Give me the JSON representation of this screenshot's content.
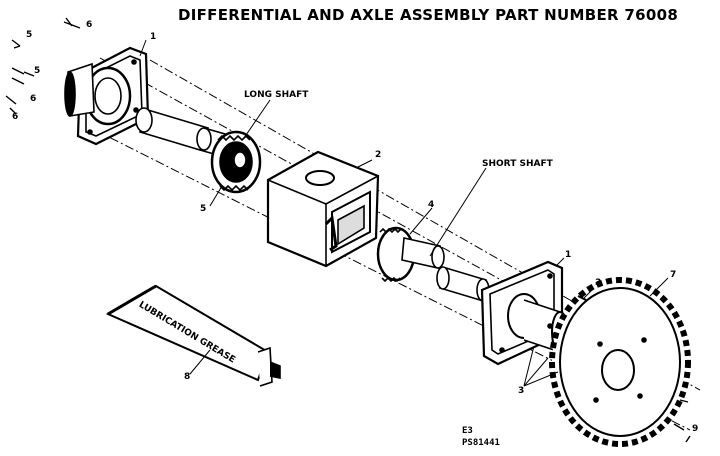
{
  "title": "DIFFERENTIAL AND AXLE ASSEMBLY PART NUMBER 76008",
  "labels": {
    "long_shaft": "LONG SHAFT",
    "short_shaft": "SHORT SHAFT",
    "grease": "LUBRICATION GREASE"
  },
  "callouts": {
    "c1_left": "1",
    "c1_right": "1",
    "c2": "2",
    "c3_small": "3",
    "c3_bottom": "3",
    "c4": "4",
    "c5_left_a": "5",
    "c5_left_b": "5",
    "c5_gear": "5",
    "c6_left_a": "6",
    "c6_left_b": "6",
    "c6_top": "6",
    "c7": "7",
    "c8": "8",
    "c9": "9"
  },
  "codes": {
    "line1": "E3",
    "line2": "PS81441"
  }
}
